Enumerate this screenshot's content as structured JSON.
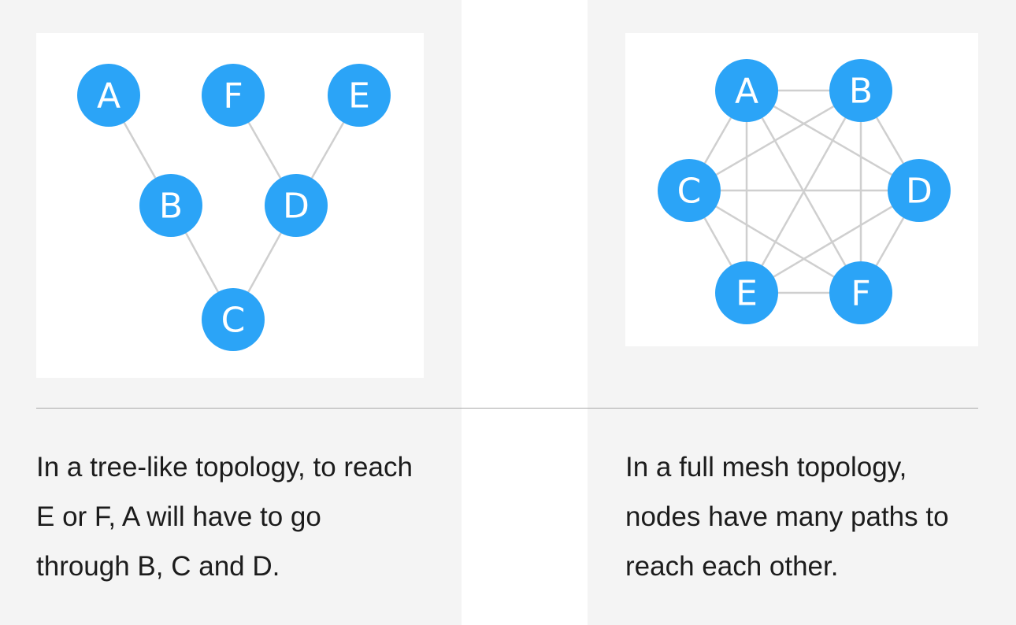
{
  "colors": {
    "node": "#2ba4f7",
    "edge": "#cfcfcf",
    "panel": "#f4f4f4",
    "divider": "#a8a8a8"
  },
  "tree": {
    "nodes": [
      {
        "id": "A",
        "label": "A"
      },
      {
        "id": "F",
        "label": "F"
      },
      {
        "id": "E",
        "label": "E"
      },
      {
        "id": "B",
        "label": "B"
      },
      {
        "id": "D",
        "label": "D"
      },
      {
        "id": "C",
        "label": "C"
      }
    ],
    "edges": [
      [
        "A",
        "B"
      ],
      [
        "B",
        "C"
      ],
      [
        "C",
        "D"
      ],
      [
        "D",
        "F"
      ],
      [
        "D",
        "E"
      ]
    ],
    "caption_lines": [
      "In a tree-like topology, to reach",
      "E or F, A will have to go",
      "through B, C and D."
    ]
  },
  "mesh": {
    "nodes": [
      {
        "id": "A",
        "label": "A"
      },
      {
        "id": "B",
        "label": "B"
      },
      {
        "id": "C",
        "label": "C"
      },
      {
        "id": "D",
        "label": "D"
      },
      {
        "id": "E",
        "label": "E"
      },
      {
        "id": "F",
        "label": "F"
      }
    ],
    "edges": "all-pairs",
    "caption_lines": [
      "In a full mesh topology,",
      "nodes have many paths to",
      "reach each other."
    ]
  }
}
